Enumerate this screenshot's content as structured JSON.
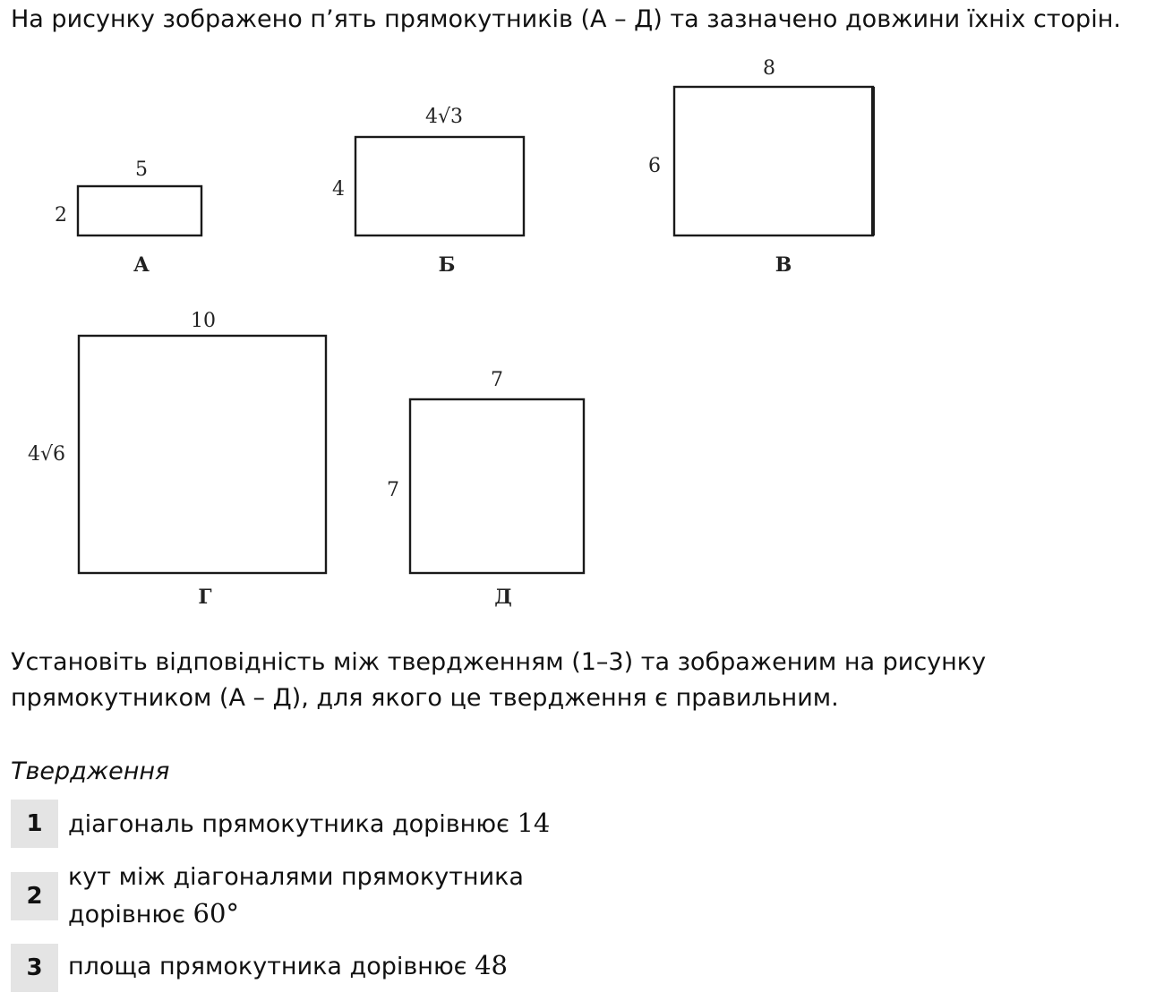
{
  "intro_text": "На рисунку зображено п’ять прямокутників (А – Д) та зазначено довжини їхніх сторін.",
  "figure": {
    "rectangles": [
      {
        "letter": "А",
        "width_label": "5",
        "height_label": "2"
      },
      {
        "letter": "Б",
        "width_label": "4√3",
        "height_label": "4"
      },
      {
        "letter": "В",
        "width_label": "8",
        "height_label": "6"
      },
      {
        "letter": "Г",
        "width_label": "10",
        "height_label": "4√6"
      },
      {
        "letter": "Д",
        "width_label": "7",
        "height_label": "7"
      }
    ]
  },
  "task": {
    "line1": "Установіть відповідність між твердженням (1–3) та зображеним на рисунку",
    "line2": "прямокутником (А – Д), для якого це твердження є правильним."
  },
  "statements_heading": "Твердження",
  "statements": [
    {
      "number": "1",
      "text": "діагональ прямокутника дорівнює",
      "value": "14"
    },
    {
      "number": "2",
      "text_line1": "кут між діагоналями прямокутника",
      "text_line2": "дорівнює",
      "value": "60°"
    },
    {
      "number": "3",
      "text": "площа прямокутника дорівнює",
      "value": "48"
    }
  ]
}
